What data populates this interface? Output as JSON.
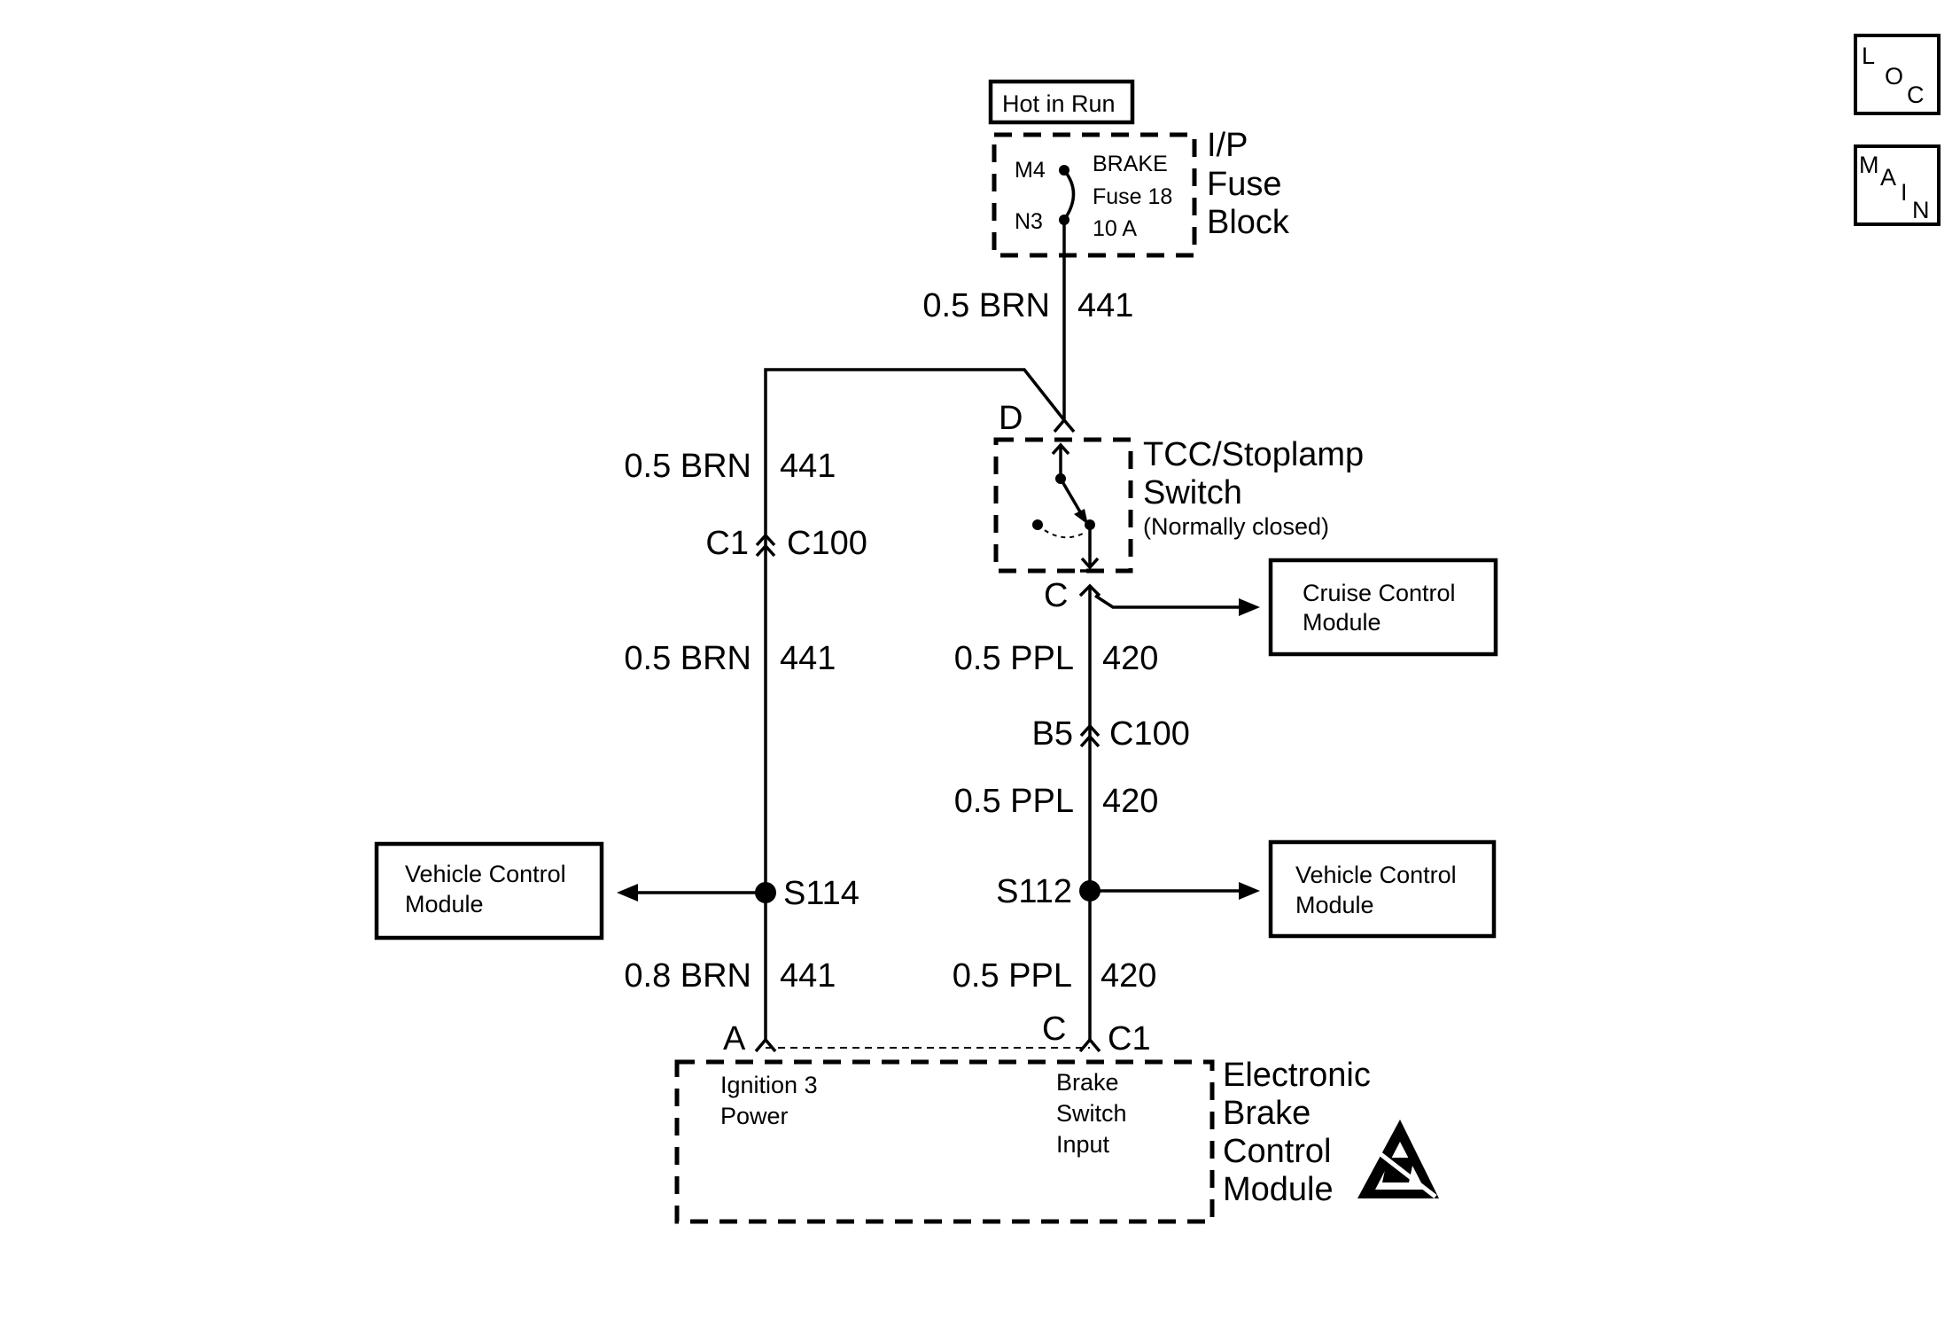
{
  "nav": {
    "loc": {
      "l1": "L",
      "l2": "O",
      "l3": "C"
    },
    "main": {
      "l1": "M",
      "l2": "A",
      "l3": "I",
      "l4": "N"
    }
  },
  "fuse": {
    "hot_label": "Hot in Run",
    "pin_top": "M4",
    "pin_bottom": "N3",
    "line1": "BRAKE",
    "line2": "Fuse 18",
    "line3": "10 A",
    "block_line1": "I/P",
    "block_line2": "Fuse",
    "block_line3": "Block"
  },
  "wires": {
    "w_fuse": {
      "gauge": "0.5 BRN",
      "circuit": "441"
    },
    "w_left_top": {
      "gauge": "0.5 BRN",
      "circuit": "441"
    },
    "w_left_mid": {
      "gauge": "0.5 BRN",
      "circuit": "441"
    },
    "w_left_bot": {
      "gauge": "0.8 BRN",
      "circuit": "441"
    },
    "w_right_top": {
      "gauge": "0.5 PPL",
      "circuit": "420"
    },
    "w_right_mid": {
      "gauge": "0.5 PPL",
      "circuit": "420"
    },
    "w_right_bot": {
      "gauge": "0.5 PPL",
      "circuit": "420"
    }
  },
  "connectors": {
    "left": {
      "pin": "C1",
      "name": "C100"
    },
    "right": {
      "pin": "B5",
      "name": "C100"
    }
  },
  "switch": {
    "pin_in": "D",
    "pin_out": "C",
    "line1": "TCC/Stoplamp",
    "line2": "Switch",
    "line3": "(Normally closed)"
  },
  "splices": {
    "left": "S114",
    "right": "S112"
  },
  "modules": {
    "cruise": {
      "line1": "Cruise Control",
      "line2": "Module"
    },
    "vcm_left": {
      "line1": "Vehicle Control",
      "line2": "Module"
    },
    "vcm_right": {
      "line1": "Vehicle Control",
      "line2": "Module"
    }
  },
  "ebcm": {
    "pin_left": "A",
    "pin_right": "C",
    "connector": "C1",
    "left_line1": "Ignition 3",
    "left_line2": "Power",
    "right_line1": "Brake",
    "right_line2": "Switch",
    "right_line3": "Input",
    "title_line1": "Electronic",
    "title_line2": "Brake",
    "title_line3": "Control",
    "title_line4": "Module",
    "esd_icon": "esd-warning-icon"
  }
}
